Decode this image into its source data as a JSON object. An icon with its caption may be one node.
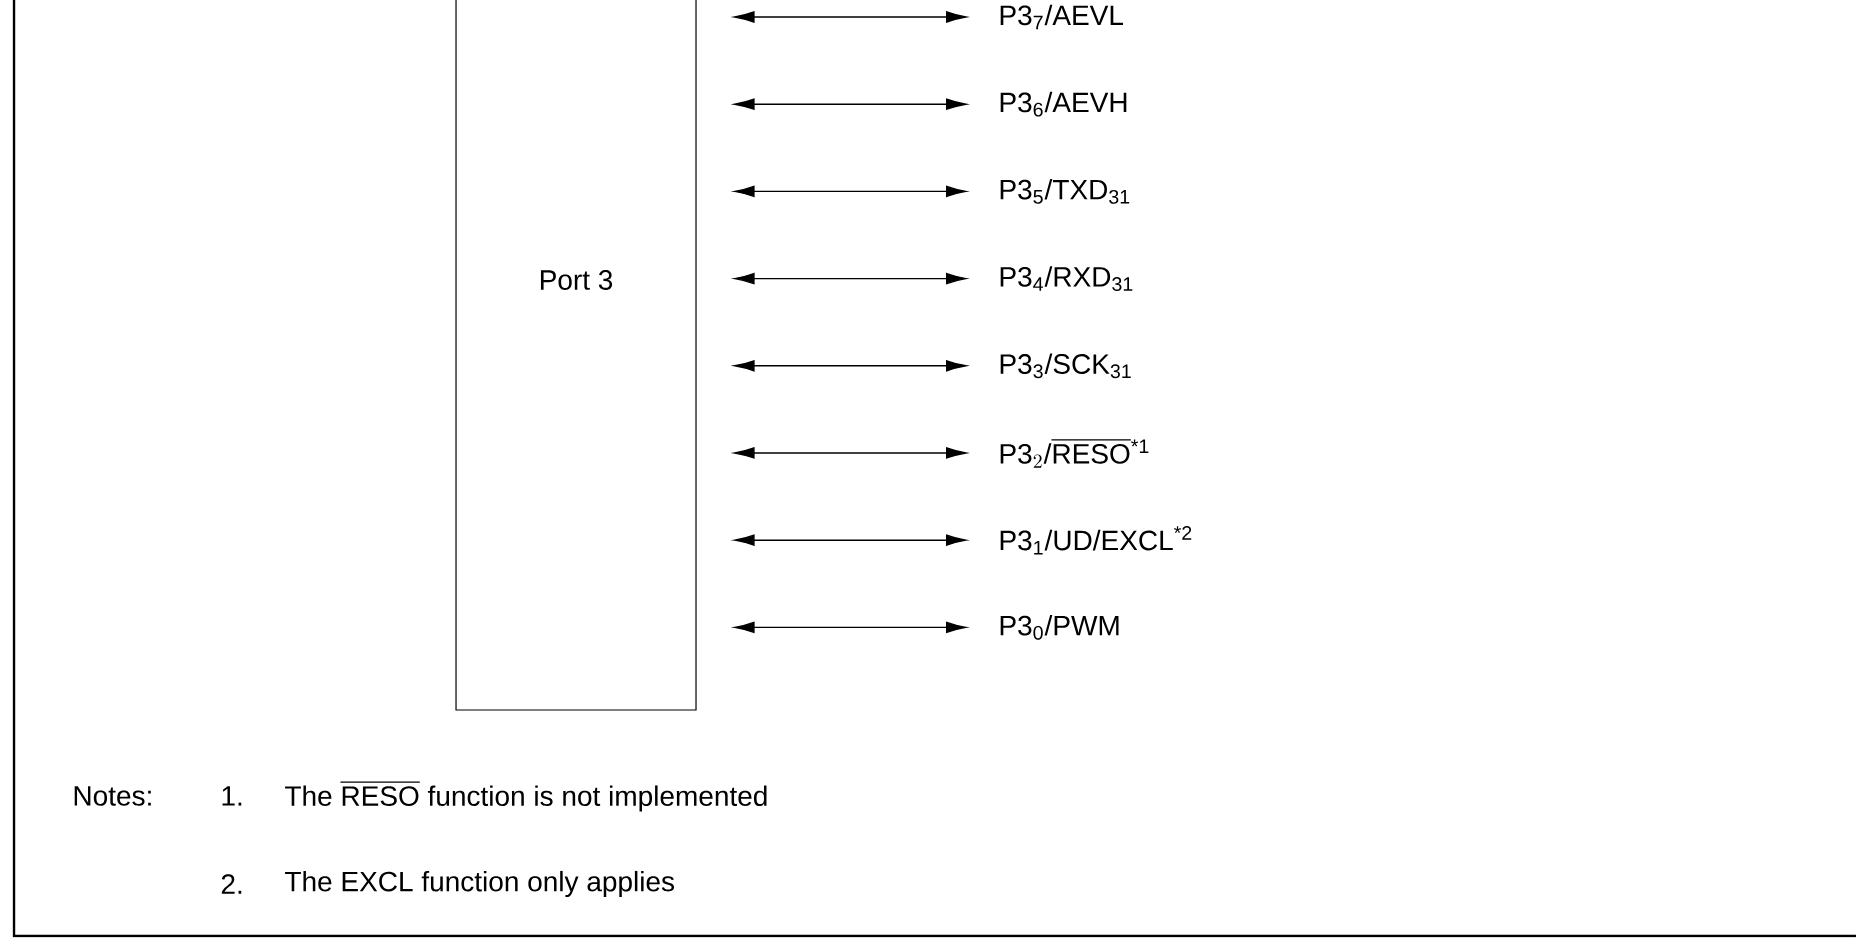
{
  "diagram": {
    "nodes": [
      {
        "text": [
          "Port 3"
        ]
      },
      {
        "text": [
          "P3$_{7}$/AEVL"
        ]
      },
      {
        "text": [
          "P3$_{6}$/AEVH"
        ]
      },
      {
        "text": [
          "P3$_{5}$/TXD$_{31}$"
        ]
      },
      {
        "text": [
          "P3$_{4}$/RXD$_{31}$"
        ]
      },
      {
        "text": [
          "P3$_{3}$/SCK$_{31}$"
        ]
      },
      {
        "text": [
          "\\text{P3}_{2}\\text{/}\\overline{\\text{RESO}}{}^{\\text{*1}}"
        ]
      },
      {
        "text": [
          "P3$_{1}$/UD/EXCL$^{*2}$"
        ]
      },
      {
        "text": [
          "P3$_{0}$/PWM"
        ]
      }
    ],
    "edges": [
      {
        "from": 0,
        "to": 1,
        "arrow": "both"
      },
      {
        "from": 0,
        "to": 2,
        "arrow": "both"
      },
      {
        "from": 0,
        "to": 3,
        "arrow": "both"
      },
      {
        "from": 0,
        "to": 4,
        "arrow": "both"
      },
      {
        "from": 0,
        "to": 5,
        "arrow": "both"
      },
      {
        "from": 0,
        "to": 6,
        "arrow": "both"
      },
      {
        "from": 0,
        "to": 7,
        "arrow": "both"
      },
      {
        "from": 0,
        "to": 8,
        "arrow": "both"
      }
    ],
    "labels": [
      "Notes:",
      "1.",
      "\\text{The }\\overline{\\text{RESO}}\\text{ function is not implemented}",
      "2.",
      "The EXCL function only applies"
    ]
  }
}
